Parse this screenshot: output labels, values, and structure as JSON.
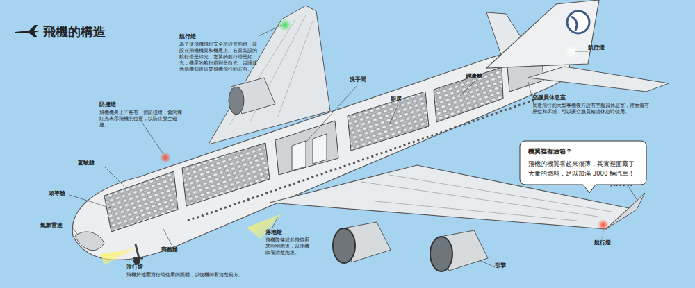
{
  "diagram": {
    "title": "飛機的構造",
    "nodes": [
      {
        "text": [
          "機翼裡有油箱？",
          "飛機的機翼看起來很薄，其實裡面藏了大量的燃料，足以加滿 3000 輛汽車！"
        ]
      }
    ],
    "labels": [
      "航行燈",
      "為了使飛機飛行安全所設置的燈，裝設在飛機機翼和機尾上。右翼裝設的航行燈是綠光，左翼的航行燈是紅光，機尾的航行燈則是白光，以讓其他飛機知道這架飛機飛行的方向。",
      "洗手間",
      "廚房",
      "經濟艙",
      "航行燈",
      "空服員休息室",
      "長途飛行的大型客機後方設有空服員休息室，裡面備有座位和床鋪，可以讓空服員輪流休息時使用。",
      "防撞燈",
      "飛機機身上下各有一個防撞燈，會閃爍紅光表示飛機的位置，以防止發生碰撞。",
      "駕駛艙",
      "頭等艙",
      "氣象雷達",
      "商務艙",
      "落地燈",
      "飛機降落或起飛時用來照明跑道，以便機師看清楚跑道。",
      "滑行燈",
      "飛機於地面滑行時使用的照明，以便機師看清楚前方。",
      "翼尖小翼",
      "航行燈",
      "引擎"
    ]
  }
}
